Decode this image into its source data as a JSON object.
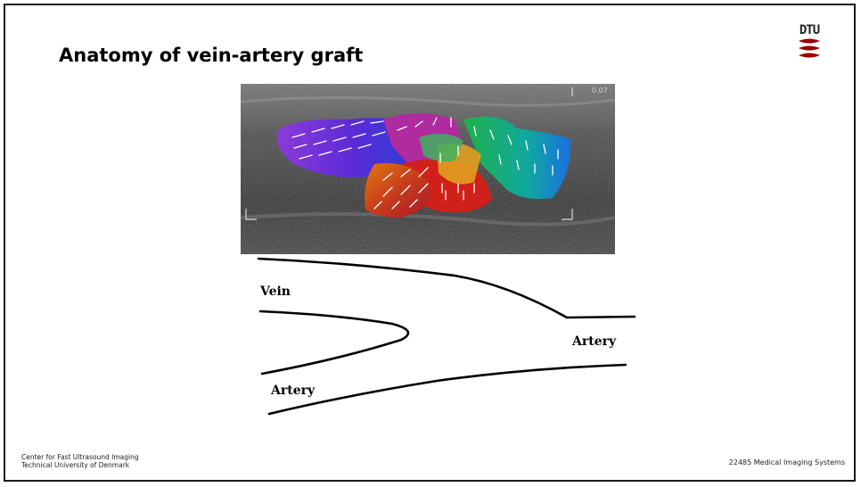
{
  "slide": {
    "title": "Anatomy of vein-artery graft",
    "logo_text": "DTU",
    "accent_color": "#990000",
    "image_overlay_text": "0.07",
    "diagram_labels": {
      "vein": "Vein",
      "artery_right": "Artery",
      "artery_bottom": "Artery"
    },
    "footer": {
      "org_line1": "Center for Fast Ultrasound Imaging",
      "org_line2": "Technical University of Denmark",
      "course": "22485 Medical Imaging Systems"
    }
  }
}
